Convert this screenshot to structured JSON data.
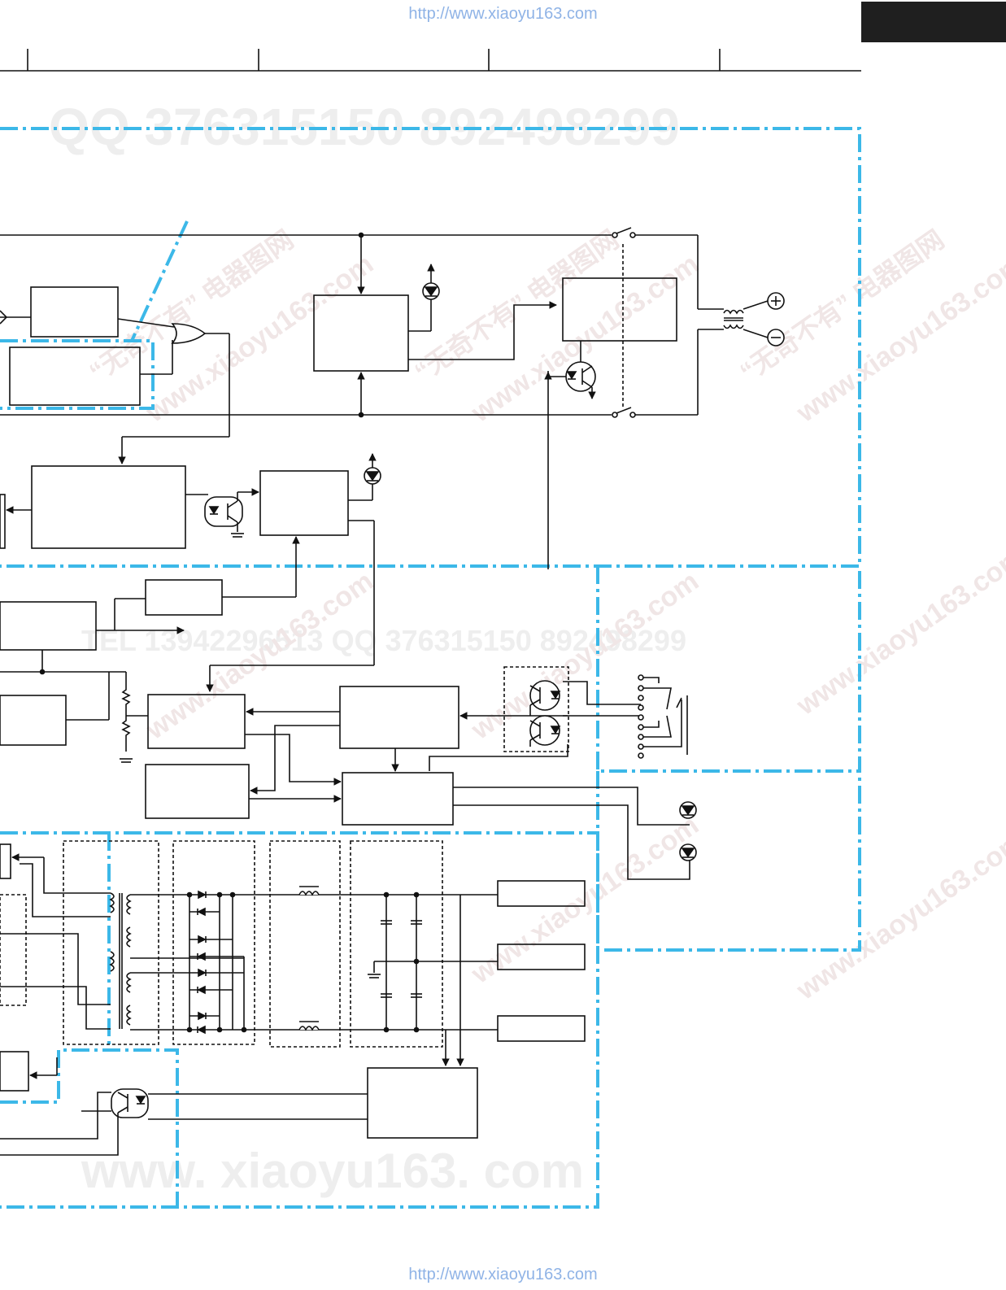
{
  "header": {
    "url_top": "http://www.xiaoyu163.com",
    "url_bottom": "http://www.xiaoyu163.com"
  },
  "watermarks": {
    "qq_line": "QQ 376315150   892498299",
    "tel_line": "TEL 13942296513   QQ 376315150   892498299",
    "site_big": "www. xiaoyu163. com",
    "site_diag": "www.xiaoyu163.com",
    "cn_diag": "“无奇不有” 电器图网"
  },
  "colors": {
    "border_blue": "#3cb8e8",
    "line": "#111111",
    "header_tab": "#1f1f1f",
    "url_text": "#8fb3e6"
  },
  "symbols": {
    "plus_terminal": "⊕",
    "minus_terminal": "⊖"
  }
}
